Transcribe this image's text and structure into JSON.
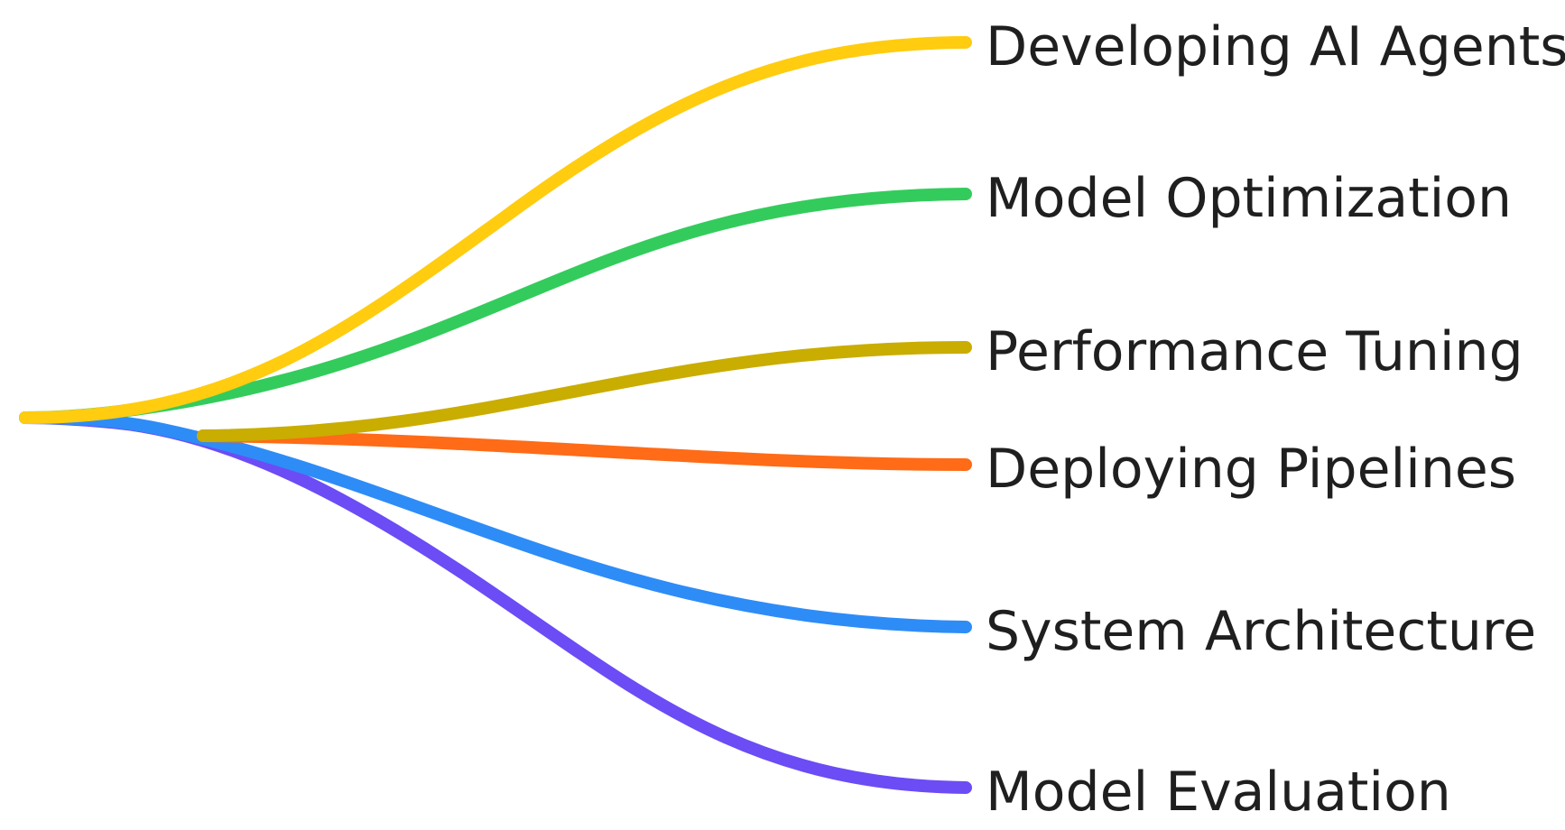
{
  "branches": [
    {
      "label": "Model Evaluation",
      "color": "#6c4cf5"
    },
    {
      "label": "System Architecture",
      "color": "#2e8cf7"
    },
    {
      "label": "Deploying Pipelines",
      "color": "#ff6b17"
    },
    {
      "label": "Performance Tuning",
      "color": "#c9ad00"
    },
    {
      "label": "Model Optimization",
      "color": "#33cc5c"
    },
    {
      "label": "Developing AI Agents",
      "color": "#ffcc0f"
    }
  ]
}
